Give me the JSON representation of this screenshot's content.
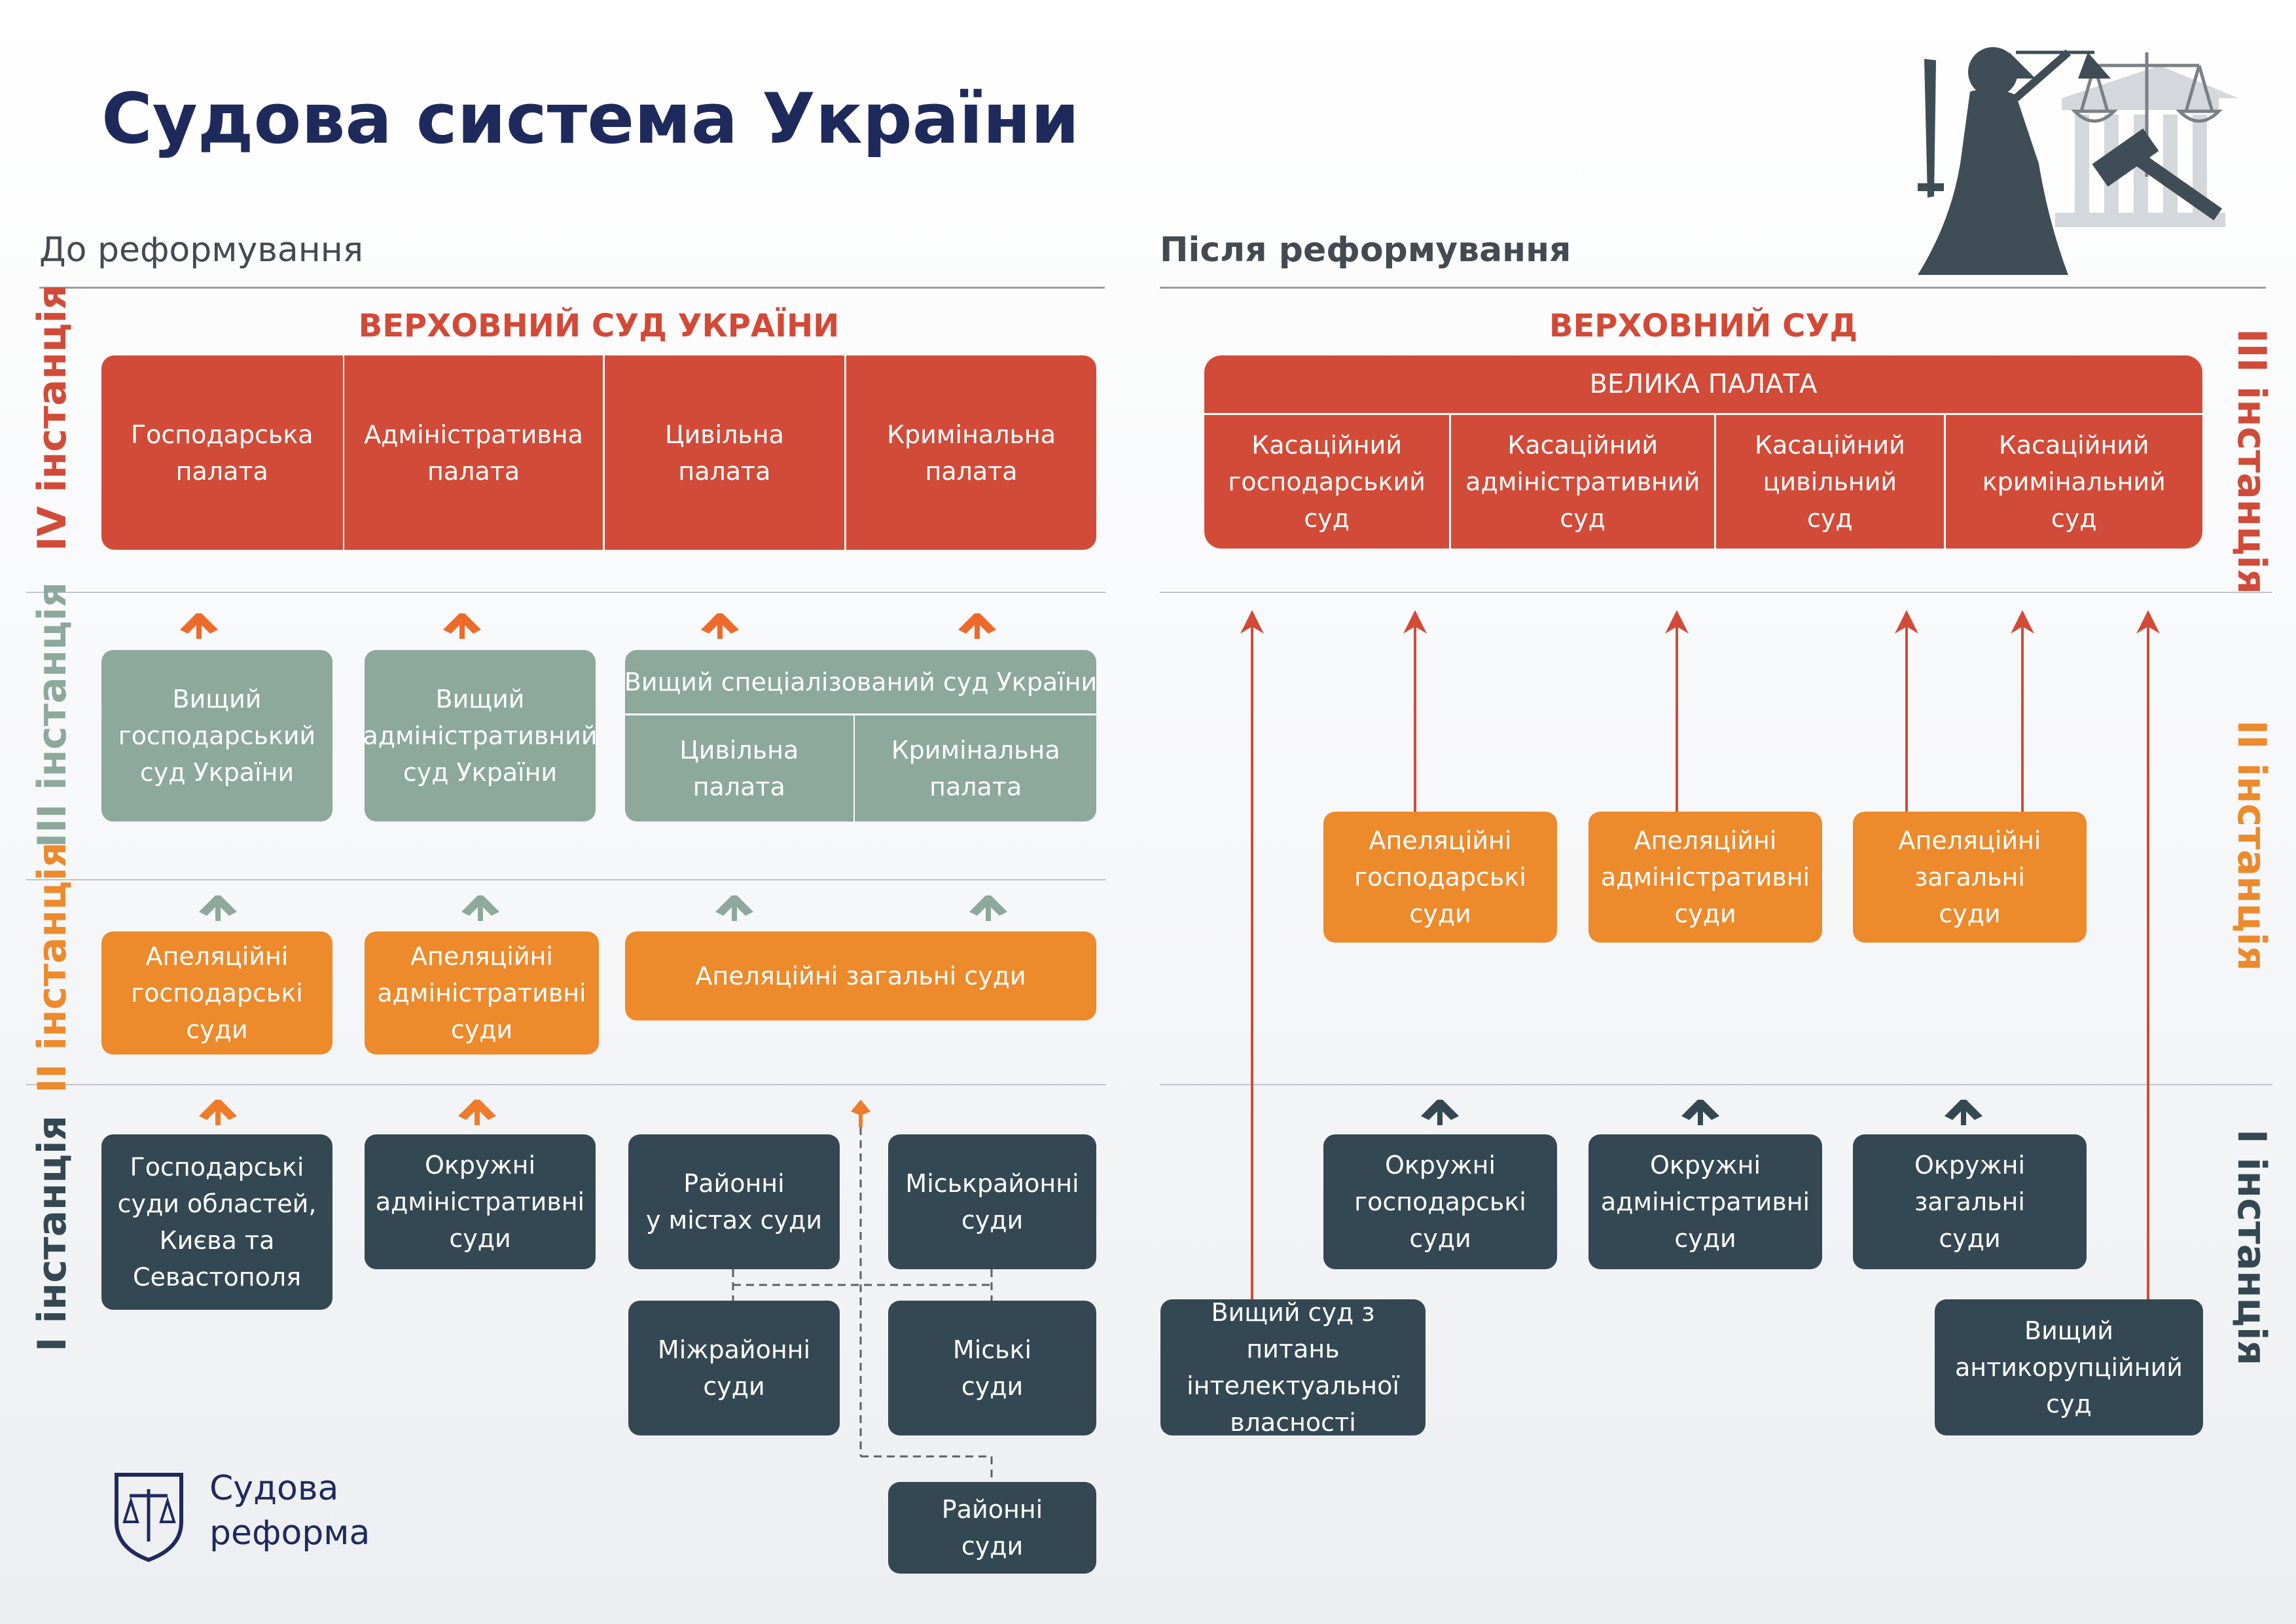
{
  "title": "Судова система України",
  "before": {
    "heading": "До реформування",
    "supreme_title": "ВЕРХОВНИЙ СУД УКРАЇНИ",
    "chambers": [
      "Господарська\nпалата",
      "Адміністративна\nпалата",
      "Цивільна\nпалата",
      "Кримінальна\nпалата"
    ],
    "higher": {
      "commercial": "Вищий\nгосподарський\nсуд України",
      "administrative": "Вищий\nадміністративний\nсуд України",
      "specialized_title": "Вищий спеціалізований суд України",
      "civil_chamber": "Цивільна\nпалата",
      "criminal_chamber": "Кримінальна\nпалата"
    },
    "appeal": {
      "commercial": "Апеляційні\nгосподарські\nсуди",
      "administrative": "Апеляційні\nадміністративні\nсуди",
      "general": "Апеляційні загальні суди"
    },
    "first": {
      "commercial": "Господарські\nсуди областей,\nКиєва та\nСевастополя",
      "administrative": "Окружні\nадміністративні\nсуди",
      "district_in_cities": "Районні\nу містах суди",
      "city_district": "Міськрайонні\nсуди",
      "interdistrict": "Міжрайонні\nсуди",
      "city": "Міські\nсуди",
      "district": "Районні\nсуди"
    },
    "instances": [
      "IV інстанція",
      "III інстанція",
      "II інстанція",
      "I інстанція"
    ]
  },
  "after": {
    "heading": "Після реформування",
    "supreme_title": "ВЕРХОВНИЙ СУД",
    "grand_chamber": "ВЕЛИКА ПАЛАТА",
    "cassation": [
      "Касаційний\nгосподарський\nсуд",
      "Касаційний\nадміністративний\nсуд",
      "Касаційний\nцивільний\nсуд",
      "Касаційний\nкримінальний\nсуд"
    ],
    "appeal": [
      "Апеляційні\nгосподарські\nсуди",
      "Апеляційні\nадміністративні\nсуди",
      "Апеляційні\nзагальні\nсуди"
    ],
    "first": [
      "Окружні\nгосподарські\nсуди",
      "Окружні\nадміністративні\nсуди",
      "Окружні\nзагальні\nсуди"
    ],
    "ip_court": "Вищий суд з питань\nінтелектуальної\nвласності",
    "anticorruption_court": "Вищий\nантикорупційний\nсуд",
    "instances": [
      "III інстанція",
      "II інстанція",
      "I інстанція"
    ]
  },
  "logo": {
    "line1": "Судова",
    "line2": "реформа"
  },
  "colors": {
    "red": "#d14b38",
    "grey_green": "#8ca99b",
    "orange": "#ec8a2c",
    "dark": "#344853",
    "navy": "#1f2a5c"
  }
}
